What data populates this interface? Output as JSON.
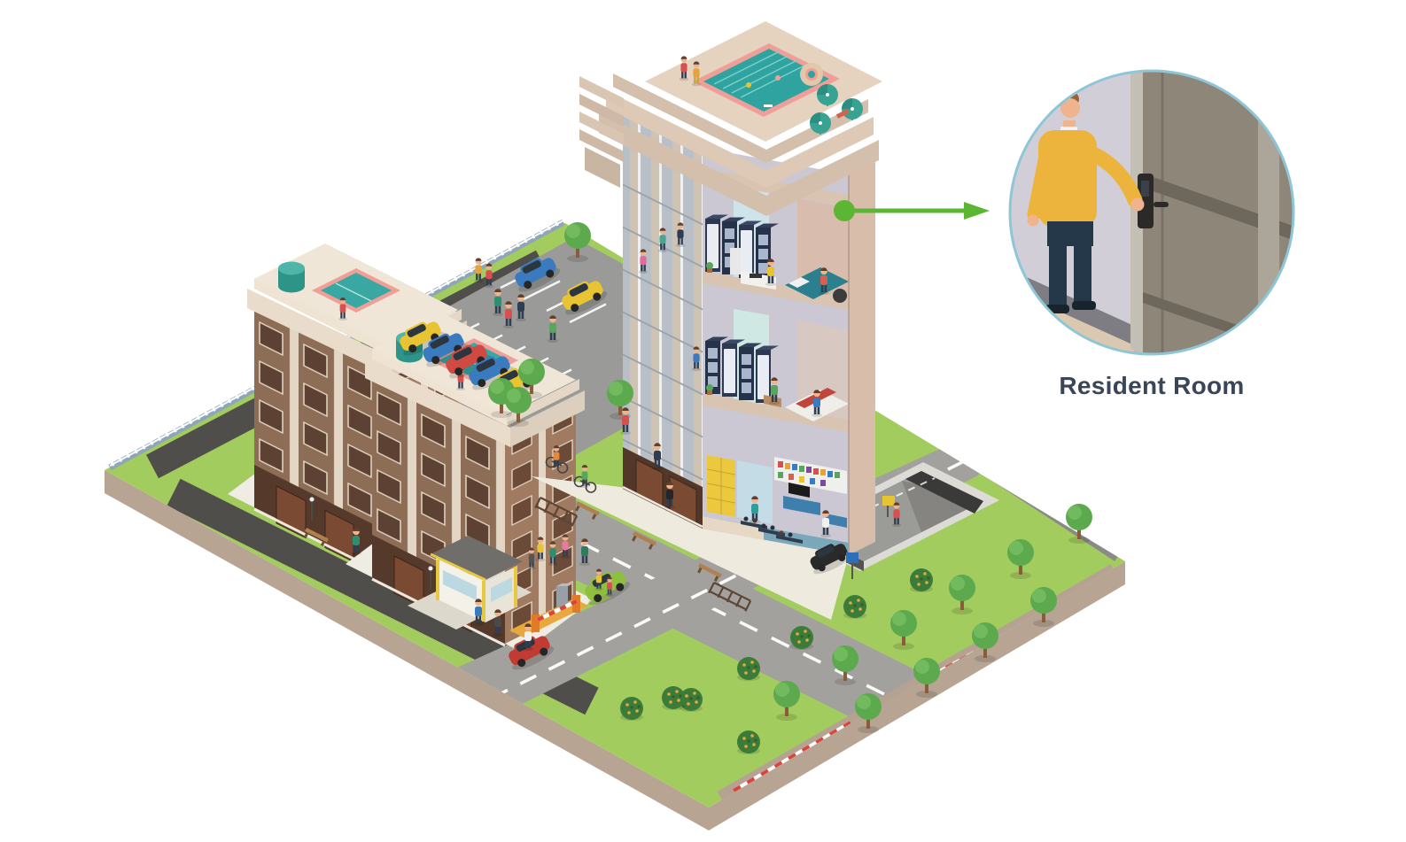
{
  "callout": {
    "label": "Resident Room",
    "marker_color": "#5cb633",
    "circle_border_color": "#8ec6d8",
    "label_color": "#3a4657"
  },
  "scene": {
    "background_color": "#ffffff",
    "grass_color": "#a3cc5f",
    "road_color": "#a3a19e",
    "path_color": "#4f4e4b",
    "plaza_color": "#eeeade",
    "tower_wall_color": "#8d6d55",
    "main_building_color": "#d3bfab",
    "pool_water_color": "#2fa3a0",
    "features": [
      "high-rise residence with cutaway interior floors",
      "rooftop swimming pool with umbrellas",
      "two brown apartment towers with rooftop pools",
      "surface parking lot with parked cars",
      "security gate with striped barrier and guard booth",
      "underground parking ramp with car",
      "orchard trees and fruit bushes",
      "perimeter picket fence",
      "roads with dashed center lines",
      "pedestrians, cyclists, benches and railings"
    ]
  }
}
